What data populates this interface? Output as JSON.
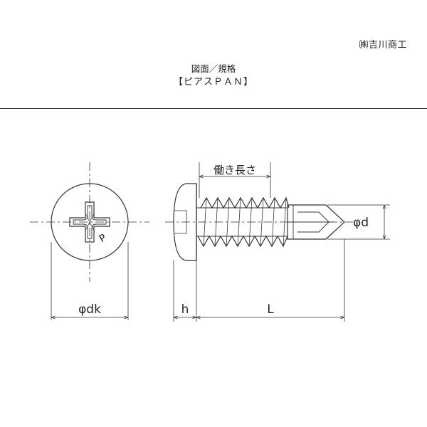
{
  "header": {
    "company": "㈱吉川商工",
    "doc_label": "図面／規格",
    "doc_title": "【ピアスＰＡＮ】"
  },
  "drawing": {
    "head_mark": "P",
    "dim_head_diameter": "φdk",
    "dim_head_height": "h",
    "dim_length": "L",
    "dim_thread_diameter": "φd",
    "dim_working_length": "働き長さ"
  }
}
